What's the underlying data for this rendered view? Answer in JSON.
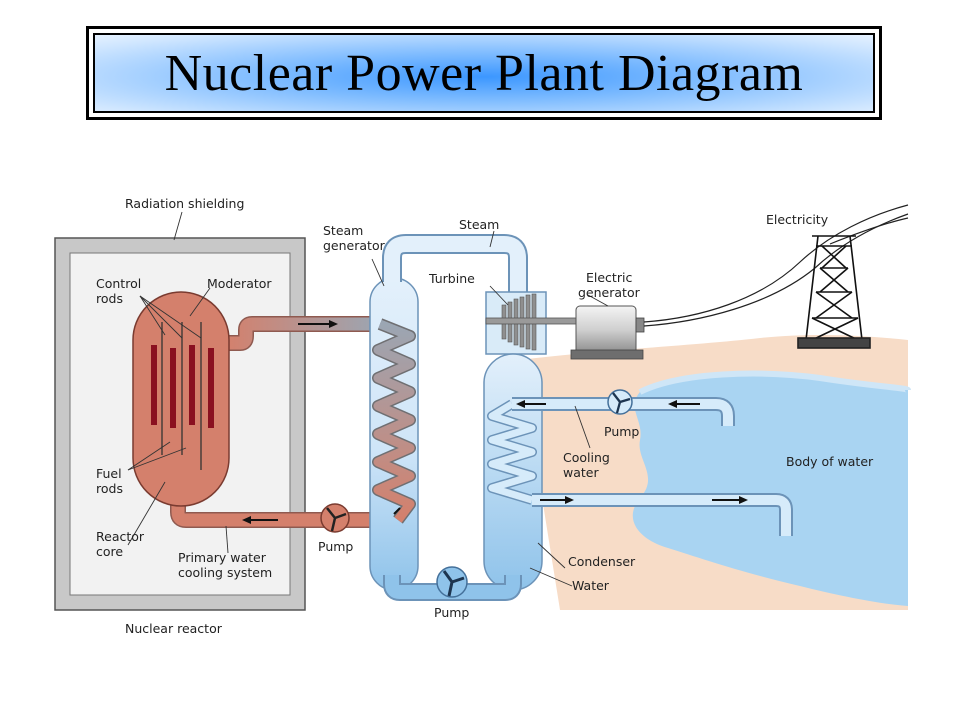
{
  "title": "Nuclear Power Plant Diagram",
  "labels": {
    "radiation_shielding": "Radiation shielding",
    "control_rods_1": "Control",
    "control_rods_2": "rods",
    "moderator": "Moderator",
    "fuel_rods_1": "Fuel",
    "fuel_rods_2": "rods",
    "reactor_core_1": "Reactor",
    "reactor_core_2": "core",
    "primary_cooling_1": "Primary water",
    "primary_cooling_2": "cooling system",
    "nuclear_reactor": "Nuclear reactor",
    "steam_generator_1": "Steam",
    "steam_generator_2": "generator",
    "steam": "Steam",
    "turbine": "Turbine",
    "electric_generator_1": "Electric",
    "electric_generator_2": "generator",
    "electricity": "Electricity",
    "pump_primary": "Pump",
    "pump_secondary": "Pump",
    "pump_cooling": "Pump",
    "cooling_water_1": "Cooling",
    "cooling_water_2": "water",
    "body_of_water": "Body of water",
    "condenser": "Condenser",
    "water": "Water"
  },
  "colors": {
    "shield": "#c8c8c8",
    "reactor": "#d4806c",
    "fuel_rod": "#8a1020",
    "water_light": "#d6ebfa",
    "water": "#8fc3ea",
    "lake": "#a9d4f2",
    "land": "#f7dcc7"
  }
}
